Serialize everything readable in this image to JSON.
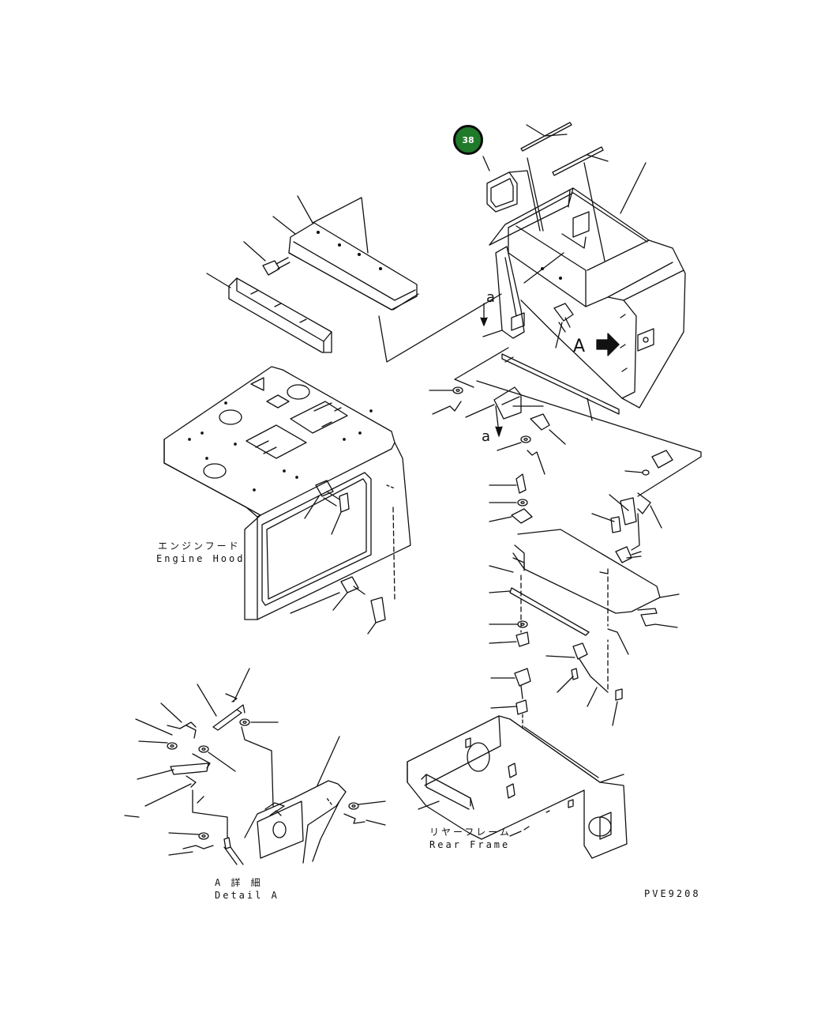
{
  "callout": {
    "number": "38",
    "color": "#1f7a2a"
  },
  "labels": {
    "engine_hood_jp": "エンジンフード",
    "engine_hood_en": "Engine Hood",
    "rear_frame_jp": "リヤーフレーム",
    "rear_frame_en": "Rear Frame",
    "detail_jp": "A 詳 細",
    "detail_en": "Detail A",
    "view_a": "A",
    "arrow_a_upper": "a",
    "arrow_a_lower": "a",
    "drawing_code": "PVE9208"
  }
}
